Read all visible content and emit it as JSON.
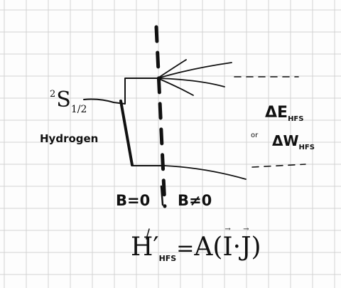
{
  "diagram": {
    "state_label": {
      "superscript": "2",
      "letter": "S",
      "subscript": "1/2"
    },
    "species_label": "Hydrogen",
    "splitting_label": {
      "primary": "ΔE",
      "primary_sub": "HFS",
      "connector": "or",
      "secondary": "ΔW",
      "secondary_sub": "HFS"
    },
    "field_labels": {
      "zero_field": "B=0",
      "nonzero_field": "B≠0"
    },
    "hamiltonian": {
      "symbol": "H′",
      "subscript": "HFS",
      "equals": "=",
      "constant": "A",
      "open": "(",
      "operator_i": "I",
      "dot": "·",
      "operator_j": "J",
      "close": ")"
    },
    "colors": {
      "ink": "#111111",
      "grid": "#d2d2d2",
      "paper": "#fdfdfd"
    }
  }
}
